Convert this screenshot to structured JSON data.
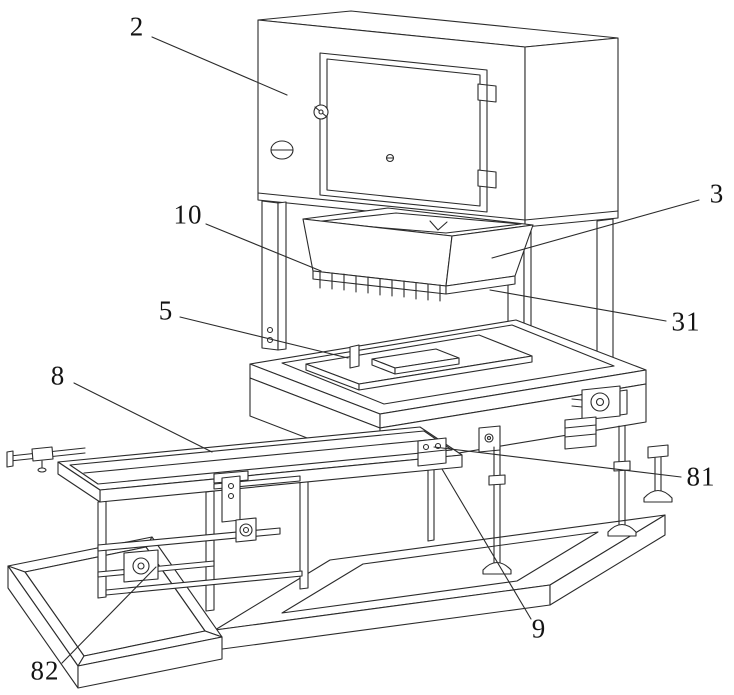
{
  "figure": {
    "type": "technical-diagram",
    "colors": {
      "background": "#ffffff",
      "line": "#2b2b2b",
      "label": "#141414"
    },
    "labels": [
      {
        "text": "2"
      },
      {
        "text": "10"
      },
      {
        "text": "5"
      },
      {
        "text": "8"
      },
      {
        "text": "82"
      },
      {
        "text": "3"
      },
      {
        "text": "31"
      },
      {
        "text": "81"
      },
      {
        "text": "9"
      }
    ]
  }
}
